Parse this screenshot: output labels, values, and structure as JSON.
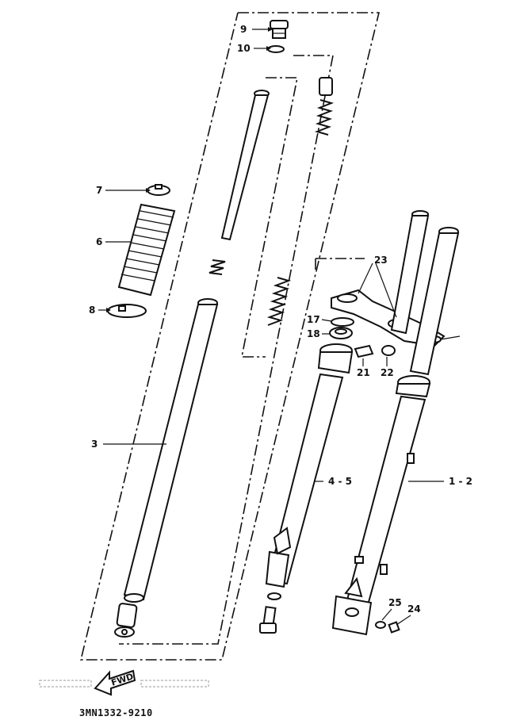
{
  "labels": {
    "p9": "9",
    "p10": "10",
    "p7": "7",
    "p6": "6",
    "p8": "8",
    "p3": "3",
    "p23": "23",
    "p17": "17",
    "p18": "18",
    "p21": "21",
    "p22": "22",
    "p45": "4 - 5",
    "p12": "1 - 2",
    "p25": "25",
    "p24": "24"
  },
  "fwd_marker": "FWD",
  "diagram_code": "3MN1332-9210",
  "icons": [
    "forward-direction-arrow-icon"
  ]
}
